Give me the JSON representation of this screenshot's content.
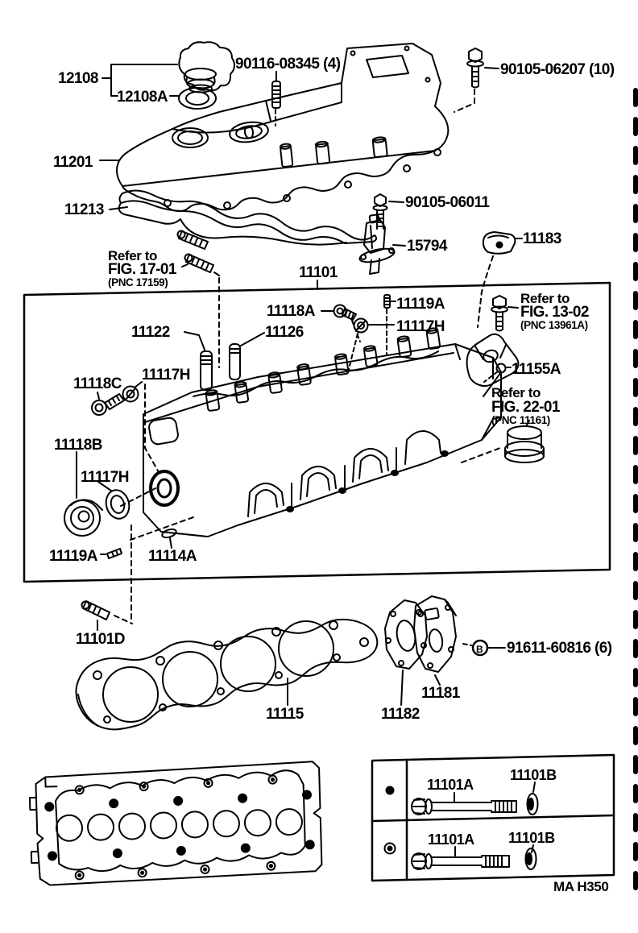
{
  "doc": {
    "code": "MA H350"
  },
  "icons": {
    "circle_b": "B"
  },
  "callouts": {
    "c12108": "12108",
    "c12108a": "12108A",
    "c90116": "90116-08345 (4)",
    "c90105a": "90105-06207 (10)",
    "c11201": "11201",
    "c11213": "11213",
    "c90105b": "90105-06011",
    "c15794": "15794",
    "c11183": "11183",
    "c11101": "11101",
    "c11118a": "11118A",
    "c11119a_top": "11119A",
    "c11117h_top": "11117H",
    "c11122": "11122",
    "c11126": "11126",
    "c11155a": "11155A",
    "c11118c": "11118C",
    "c11117h_upper_left": "11117H",
    "c11118b": "11118B",
    "c11117h_lower_left": "11117H",
    "c11119a_bottom": "11119A",
    "c11114a": "11114A",
    "c11101d": "11101D",
    "c11115": "11115",
    "c11182": "11182",
    "c11181": "11181",
    "c91611": "91611-60816 (6)"
  },
  "references": {
    "fig1701": {
      "line1": "Refer to",
      "line2": "FIG. 17-01",
      "line3": "(PNC 17159)"
    },
    "fig1302": {
      "line1": "Refer to",
      "line2": "FIG. 13-02",
      "line3": "(PNC 13961A)"
    },
    "fig2201": {
      "line1": "Refer to",
      "line2": "FIG. 22-01",
      "line3": "(PNC 11161)"
    }
  },
  "legend": {
    "rows": [
      {
        "bolt_label": "11101A",
        "washer_label": "11101B"
      },
      {
        "bolt_label": "11101A",
        "washer_label": "11101B"
      }
    ]
  }
}
